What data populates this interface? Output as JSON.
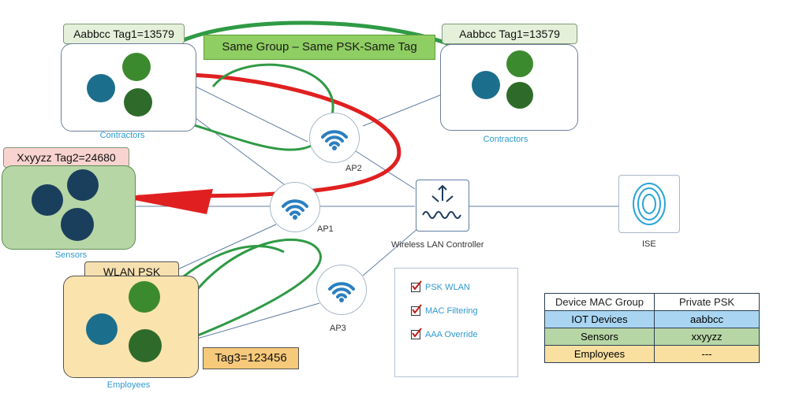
{
  "header": {
    "title": ""
  },
  "groups": {
    "contractors_left": {
      "tag": "Aabbcc Tag1=13579",
      "caption": "Contractors"
    },
    "contractors_right": {
      "tag": "Aabbcc Tag1=13579",
      "caption": "Contractors"
    },
    "sensors": {
      "tag": "Xxyyzz Tag2=24680",
      "caption": "Sensors"
    },
    "employees": {
      "tag": "WLAN PSK",
      "caption": "Employees"
    }
  },
  "banner": {
    "text": "Same Group – Same PSK-Same Tag"
  },
  "access_points": {
    "ap1": "AP1",
    "ap2": "AP2",
    "ap3": "AP3"
  },
  "controller": {
    "label": "Wireless LAN Controller"
  },
  "ise": {
    "label": "ISE"
  },
  "tag3": {
    "text": "Tag3=123456"
  },
  "checklist": [
    "PSK WLAN",
    "MAC Filtering",
    "AAA Override"
  ],
  "psk_table": {
    "headers": [
      "Device MAC Group",
      "Private PSK"
    ],
    "rows": [
      {
        "group": "IOT Devices",
        "psk": "aabbcc",
        "color": "#a9d5f2"
      },
      {
        "group": "Sensors",
        "psk": "xxyyzz",
        "color": "#b7d6a6"
      },
      {
        "group": "Employees",
        "psk": "---",
        "color": "#f9dfa0"
      }
    ]
  },
  "colors": {
    "red_arrow": "#e02020",
    "green_arrow": "#2f8f3e",
    "teal": "#1c6f8c",
    "green_person": "#3c8a2e"
  }
}
